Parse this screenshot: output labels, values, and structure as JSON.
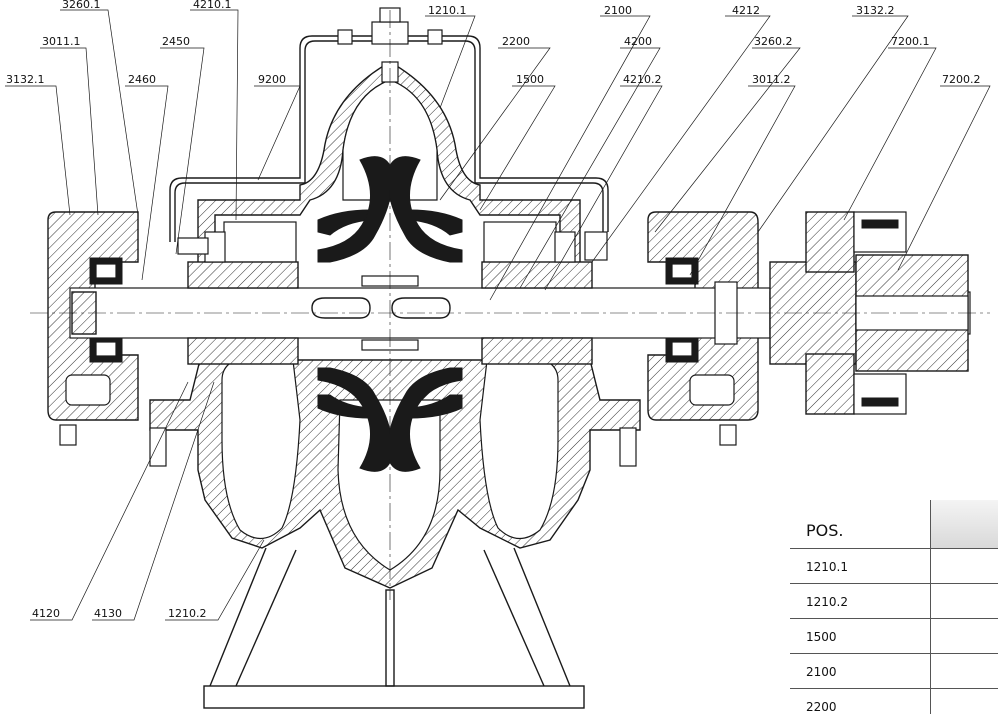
{
  "callouts": {
    "c3260_1": "3260.1",
    "c4210_1": "4210.1",
    "c1210_1": "1210.1",
    "c2100": "2100",
    "c4212": "4212",
    "c3132_2": "3132.2",
    "c3011_1": "3011.1",
    "c2450": "2450",
    "c2200": "2200",
    "c4200": "4200",
    "c3260_2": "3260.2",
    "c7200_1": "7200.1",
    "c3132_1": "3132.1",
    "c2460": "2460",
    "c9200": "9200",
    "c1500": "1500",
    "c4210_2": "4210.2",
    "c3011_2": "3011.2",
    "c7200_2": "7200.2",
    "c4120": "4120",
    "c4130": "4130",
    "c1210_2": "1210.2"
  },
  "table": {
    "header": "POS.",
    "rows": [
      "1210.1",
      "1210.2",
      "1500",
      "2100",
      "2200"
    ]
  }
}
